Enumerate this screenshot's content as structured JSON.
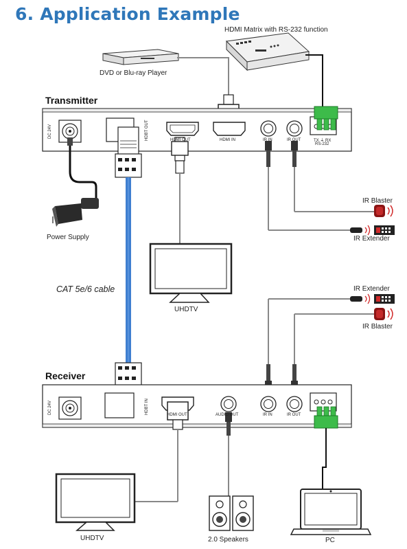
{
  "heading": "6. Application Example",
  "transmitter": {
    "title": "Transmitter",
    "ports": {
      "dc": "DC 24V",
      "hdbt": "HDBT OUT",
      "hdmi_out": "HDMI OUT",
      "hdmi_in": "HDMI IN",
      "ir_in": "IR IN",
      "ir_out": "IR OUT",
      "rs232_pins": "TX ⏚ RX",
      "rs232": "RS-232"
    }
  },
  "receiver": {
    "title": "Receiver",
    "ports": {
      "dc": "DC 24V",
      "hdbt": "HDBT IN",
      "hdmi_out": "HDMI OUT",
      "audio_out": "AUDIO OUT",
      "ir_in": "IR IN",
      "ir_out": "IR OUT"
    }
  },
  "devices": {
    "matrix": "HDMI Matrix with RS-232 function",
    "player": "DVD or Blu-ray Player",
    "power": "Power Supply",
    "tv_top": "UHDTV",
    "tv_bottom": "UHDTV",
    "speakers": "2.0 Speakers",
    "pc": "PC",
    "ir_blaster_top": "IR Blaster",
    "ir_extender_top": "IR Extender",
    "ir_extender_bottom": "IR Extender",
    "ir_blaster_bottom": "IR Blaster"
  },
  "cable": "CAT 5e/6 cable",
  "colors": {
    "heading": "#2f77b9",
    "cat_cable": "#3f7fd0",
    "terminal": "#3dbb4a",
    "ir_red": "#d12a2a"
  }
}
